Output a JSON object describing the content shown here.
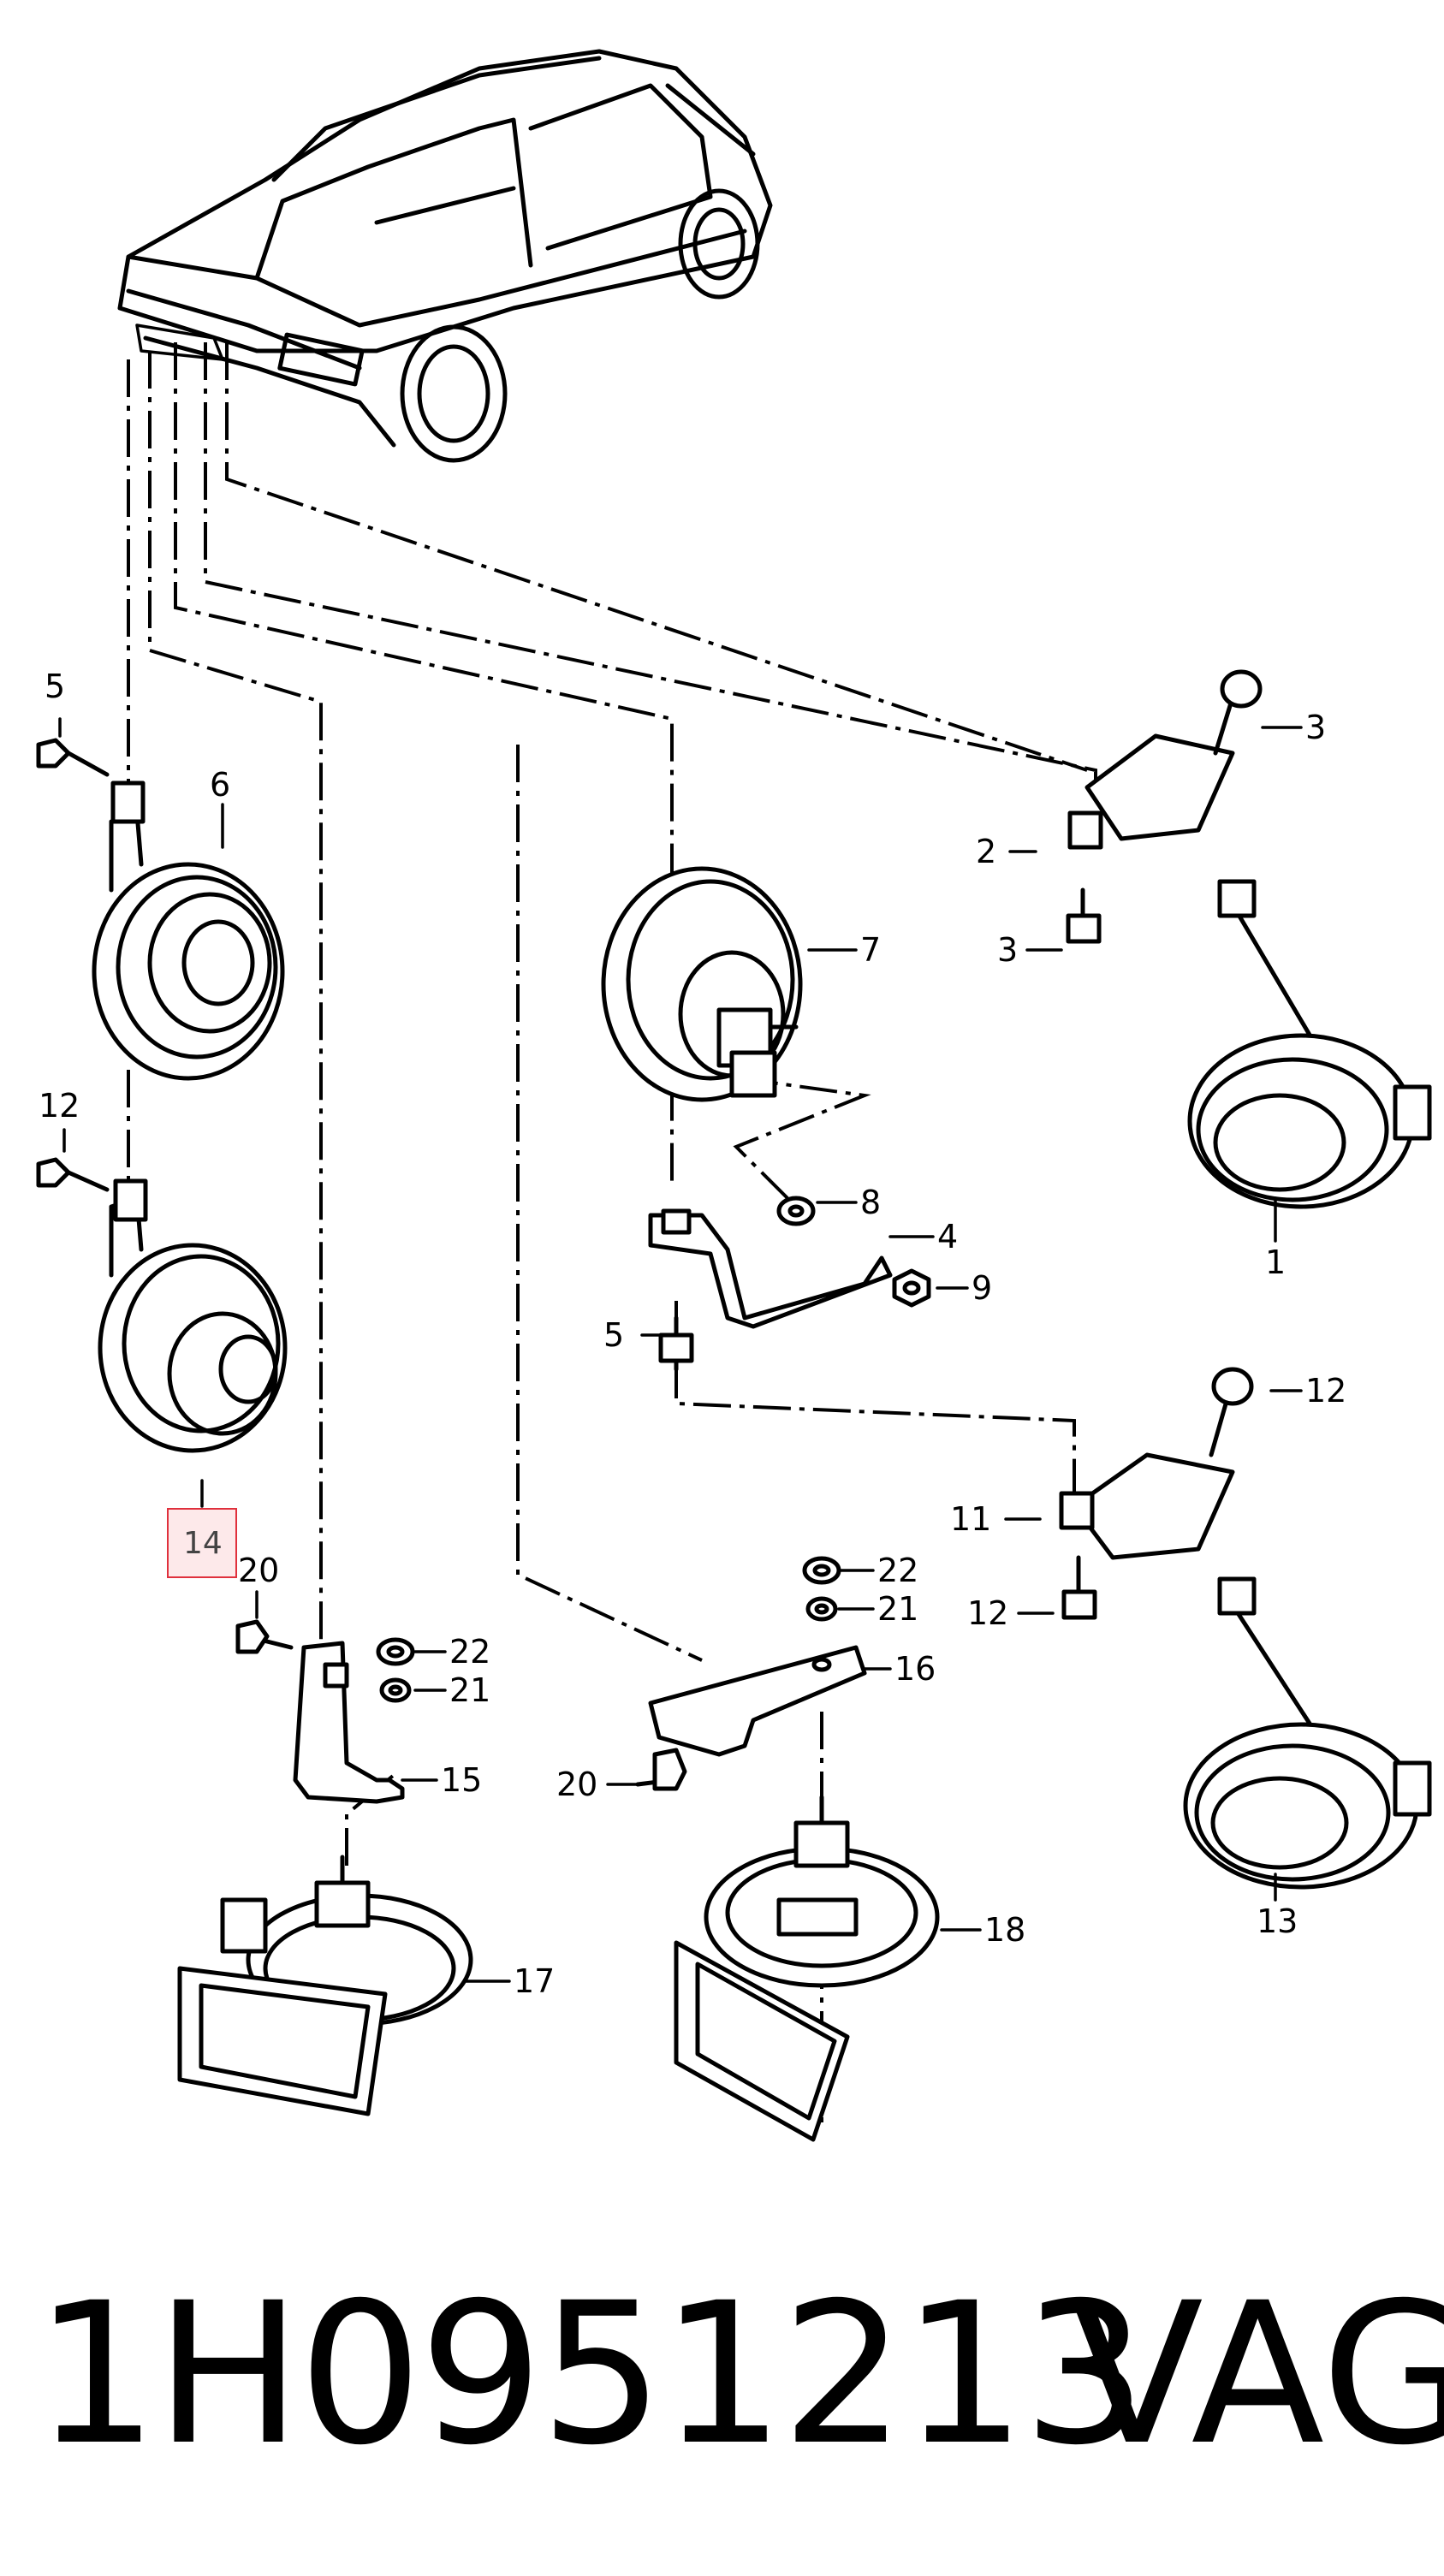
{
  "callouts": {
    "c1": "1",
    "c2": "2",
    "c3a": "3",
    "c3b": "3",
    "c4": "4",
    "c5a": "5",
    "c5b": "5",
    "c6": "6",
    "c7": "7",
    "c8": "8",
    "c9": "9",
    "c11": "11",
    "c12a": "12",
    "c12b": "12",
    "c12c": "12",
    "c13": "13",
    "c14": "14",
    "c15": "15",
    "c16": "16",
    "c17": "17",
    "c18": "18",
    "c20a": "20",
    "c20b": "20",
    "c21a": "21",
    "c21b": "21",
    "c22a": "22",
    "c22b": "22"
  },
  "highlight": {
    "label": "14",
    "color": "#e0303c"
  },
  "footer": {
    "part_number": "1H0951213",
    "brand": "VAG"
  }
}
